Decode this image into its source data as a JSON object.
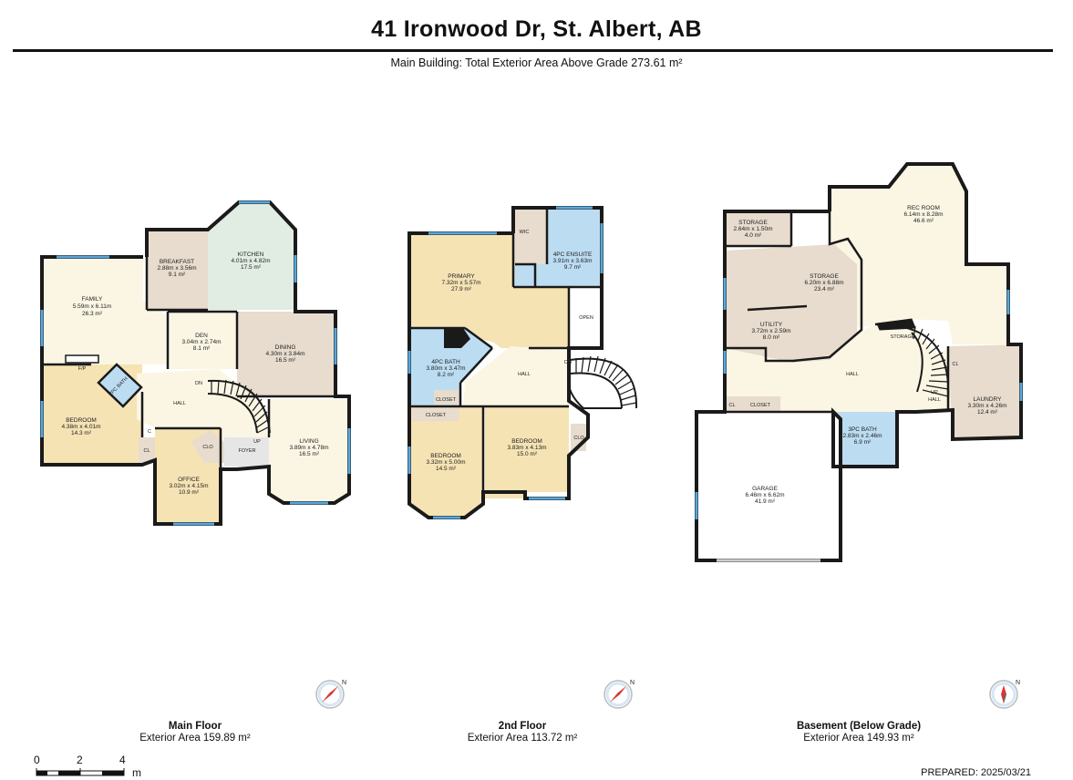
{
  "header": {
    "title": "41 Ironwood Dr, St. Albert, AB",
    "subtitle": "Main Building: Total Exterior Area Above Grade 273.61 m²"
  },
  "colors": {
    "wall": "#1a1a1a",
    "bedroom": "#f6e3b4",
    "living": "#fbf6e4",
    "bath": "#bcdcf2",
    "kitchen": "#e1ece3",
    "service": "#e7dccd",
    "garage": "#ffffff",
    "window": "#5aa7d8"
  },
  "floors": [
    {
      "name": "Main Floor",
      "area": "Exterior Area 159.89 m²",
      "rooms": [
        {
          "name": "FAMILY",
          "dims": "5.59m x 6.11m",
          "area": "26.3 m²"
        },
        {
          "name": "BREAKFAST",
          "dims": "2.88m x 3.56m",
          "area": "9.1 m²"
        },
        {
          "name": "KITCHEN",
          "dims": "4.01m x 4.82m",
          "area": "17.5 m²"
        },
        {
          "name": "DEN",
          "dims": "3.04m x 2.74m",
          "area": "8.1 m²"
        },
        {
          "name": "DINING",
          "dims": "4.30m x 3.84m",
          "area": "16.5 m²"
        },
        {
          "name": "BEDROOM",
          "dims": "4.38m x 4.01m",
          "area": "14.3 m²"
        },
        {
          "name": "OFFICE",
          "dims": "3.02m x 4.15m",
          "area": "10.9 m²"
        },
        {
          "name": "LIVING",
          "dims": "3.89m x 4.78m",
          "area": "16.5 m²"
        }
      ],
      "labels": [
        "F/P",
        "2PC BATH",
        "HALL",
        "DN",
        "C",
        "CL",
        "CLO",
        "UP",
        "FOYER"
      ]
    },
    {
      "name": "2nd Floor",
      "area": "Exterior Area 113.72 m²",
      "rooms": [
        {
          "name": "PRIMARY",
          "dims": "7.32m x 5.57m",
          "area": "27.9 m²"
        },
        {
          "name": "4PC ENSUITE",
          "dims": "3.91m x 3.63m",
          "area": "9.7 m²"
        },
        {
          "name": "4PC BATH",
          "dims": "3.80m x 3.47m",
          "area": "8.2 m²"
        },
        {
          "name": "BEDROOM",
          "dims": "3.32m x 5.00m",
          "area": "14.5 m²"
        },
        {
          "name": "BEDROOM",
          "dims": "3.83m x 4.13m",
          "area": "15.0 m²"
        }
      ],
      "labels": [
        "WIC",
        "OPEN",
        "HALL",
        "DN",
        "CLOSET",
        "CLOSET",
        "CLO"
      ]
    },
    {
      "name": "Basement (Below Grade)",
      "area": "Exterior Area 149.93 m²",
      "rooms": [
        {
          "name": "STORAGE",
          "dims": "2.64m x 1.50m",
          "area": "4.0 m²"
        },
        {
          "name": "REC ROOM",
          "dims": "6.14m x 8.28m",
          "area": "46.6 m²"
        },
        {
          "name": "STORAGE",
          "dims": "6.20m x 6.88m",
          "area": "23.4 m²"
        },
        {
          "name": "UTILITY",
          "dims": "3.72m x 2.59m",
          "area": "8.0 m²"
        },
        {
          "name": "LAUNDRY",
          "dims": "3.30m x 4.26m",
          "area": "12.4 m²"
        },
        {
          "name": "3PC BATH",
          "dims": "2.83m x 2.46m",
          "area": "6.9 m²"
        },
        {
          "name": "GARAGE",
          "dims": "6.46m x 6.62m",
          "area": "41.9 m²"
        }
      ],
      "labels": [
        "HALL",
        "STORAGE",
        "CL",
        "CLOSET",
        "CL",
        "UP",
        "HALL"
      ]
    }
  ],
  "scale": {
    "ticks": [
      "0",
      "2",
      "4"
    ],
    "unit": "m"
  },
  "compass": {
    "north_label": "N"
  },
  "prepared": "PREPARED: 2025/03/21"
}
